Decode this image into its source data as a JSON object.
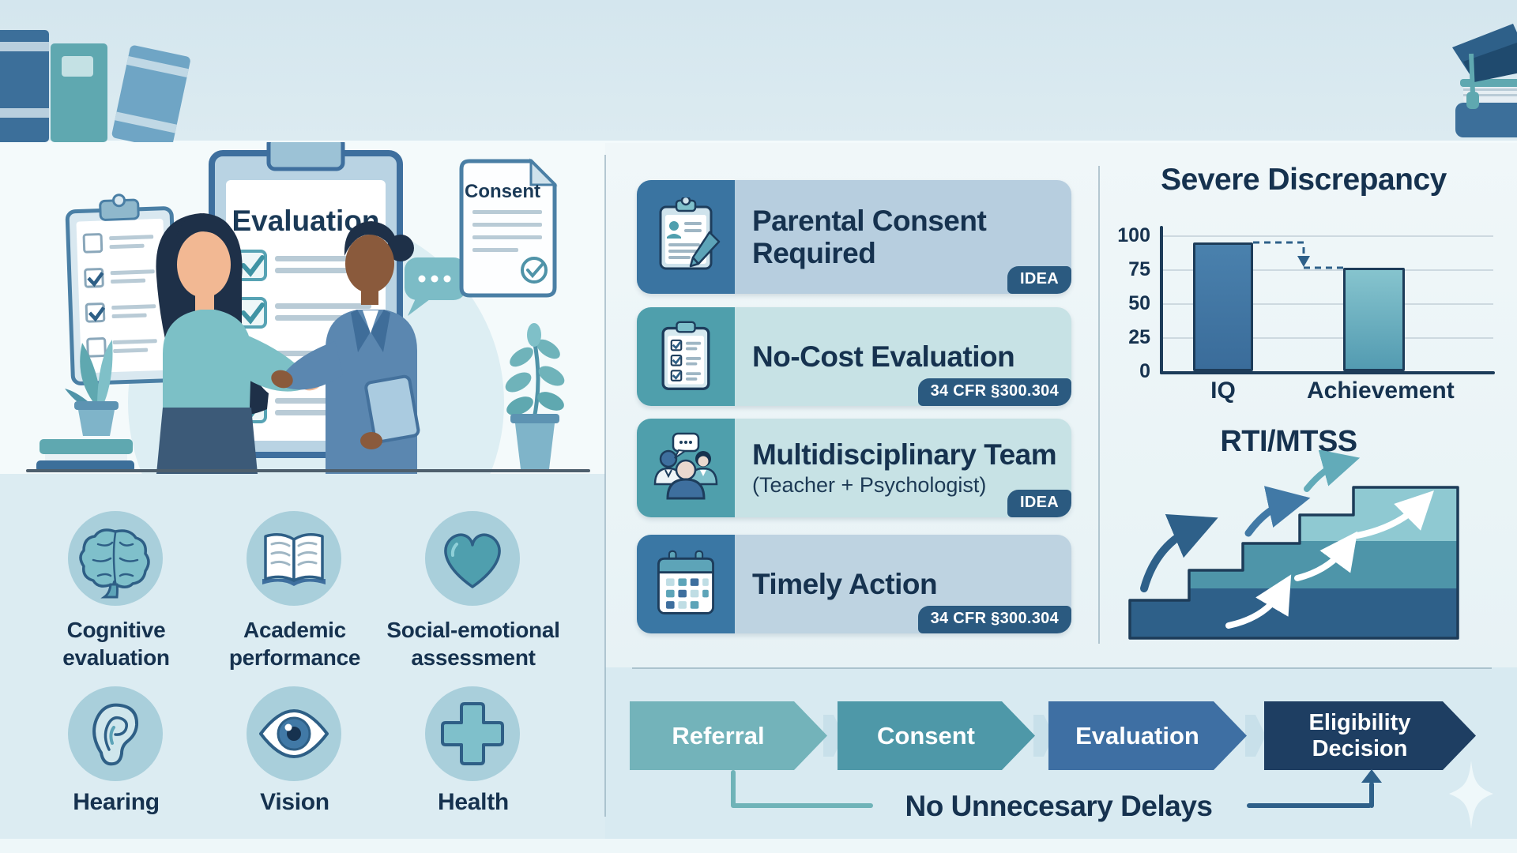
{
  "illustration": {
    "clipboard_title": "Evaluation",
    "consent_title": "Consent"
  },
  "assessments": [
    {
      "icon": "brain-icon",
      "line1": "Cognitive",
      "line2": "evaluation"
    },
    {
      "icon": "open-book-icon",
      "line1": "Academic",
      "line2": "performance"
    },
    {
      "icon": "heart-icon",
      "line1": "Social-emotional",
      "line2": "assessment"
    },
    {
      "icon": "ear-icon",
      "line1": "Hearing",
      "line2": ""
    },
    {
      "icon": "eye-icon",
      "line1": "Vision",
      "line2": ""
    },
    {
      "icon": "medical-cross-icon",
      "line1": "Health",
      "line2": ""
    }
  ],
  "requirements": [
    {
      "icon": "consent-form-icon",
      "line1": "Parental Consent",
      "line2": "Required",
      "subtitle": "",
      "badge": "IDEA"
    },
    {
      "icon": "checklist-icon",
      "line1": "No-Cost Evaluation",
      "line2": "",
      "subtitle": "",
      "badge": "34 CFR §300.304"
    },
    {
      "icon": "team-icon",
      "line1": "Multidisciplinary Team",
      "line2": "",
      "subtitle": "(Teacher + Psychologist)",
      "badge": "IDEA"
    },
    {
      "icon": "calendar-icon",
      "line1": "Timely Action",
      "line2": "",
      "subtitle": "",
      "badge": "34 CFR §300.304"
    }
  ],
  "chart_data": {
    "type": "bar",
    "title": "Severe Discrepancy",
    "categories": [
      "IQ",
      "Achievement"
    ],
    "values": [
      95,
      76
    ],
    "xlabel": "",
    "ylabel": "",
    "ylim": [
      0,
      100
    ],
    "yticks": [
      0,
      25,
      50,
      75,
      100
    ],
    "grid": true,
    "legend": "none",
    "bar_colors": [
      "#3e73a1",
      "#6db4c1"
    ],
    "annotation": "dashed arrow drops from IQ bar top down to Achievement bar top showing the discrepancy"
  },
  "rti_title": "RTI/MTSS",
  "flow": {
    "steps": [
      {
        "label": "Referral",
        "label2": "",
        "color": "#73b3ba"
      },
      {
        "label": "Consent",
        "label2": "",
        "color": "#4e98a8"
      },
      {
        "label": "Evaluation",
        "label2": "",
        "color": "#3e6fa3"
      },
      {
        "label": "Eligibility",
        "label2": "Decision",
        "color": "#1e3e62"
      }
    ],
    "note": "No Unnecesary Delays"
  },
  "colors": {
    "text_navy": "#16324f",
    "badge_bg": "#2b5a80",
    "divider": "#93adbb",
    "stair_bottom": "#2e6089",
    "stair_middle": "#4e95a9",
    "stair_top": "#8fc9d2"
  }
}
